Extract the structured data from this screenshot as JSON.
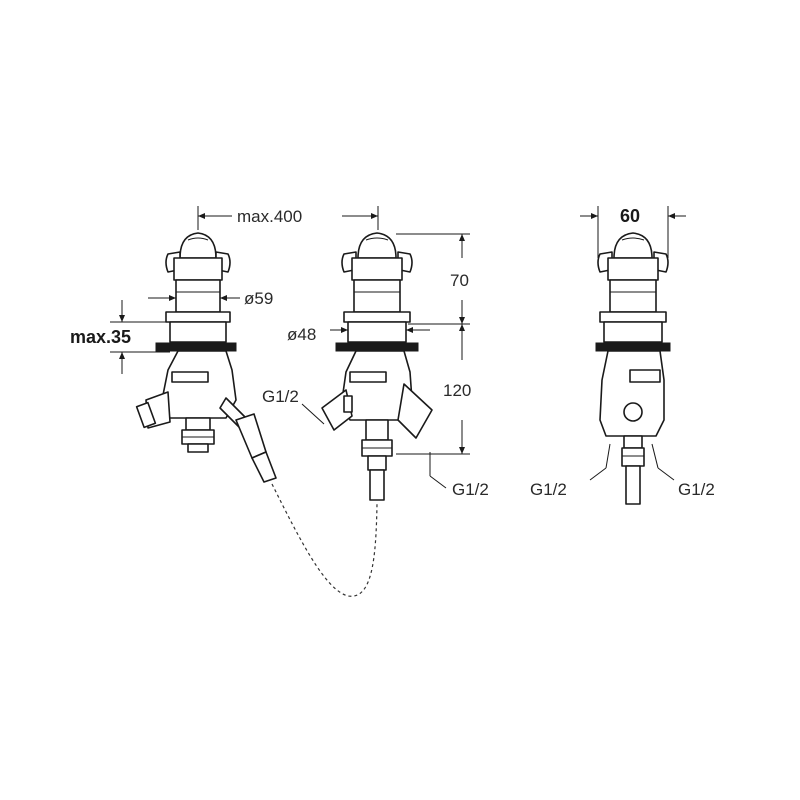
{
  "dimensions": {
    "max_width": "max.400",
    "max_depth": "max.35",
    "dia_59": "ø59",
    "dia_48": "ø48",
    "height_70": "70",
    "height_120": "120",
    "width_60": "60"
  },
  "connections": {
    "mid_left": "G1/2",
    "mid_right": "G1/2",
    "side_left": "G1/2",
    "side_right": "G1/2"
  }
}
